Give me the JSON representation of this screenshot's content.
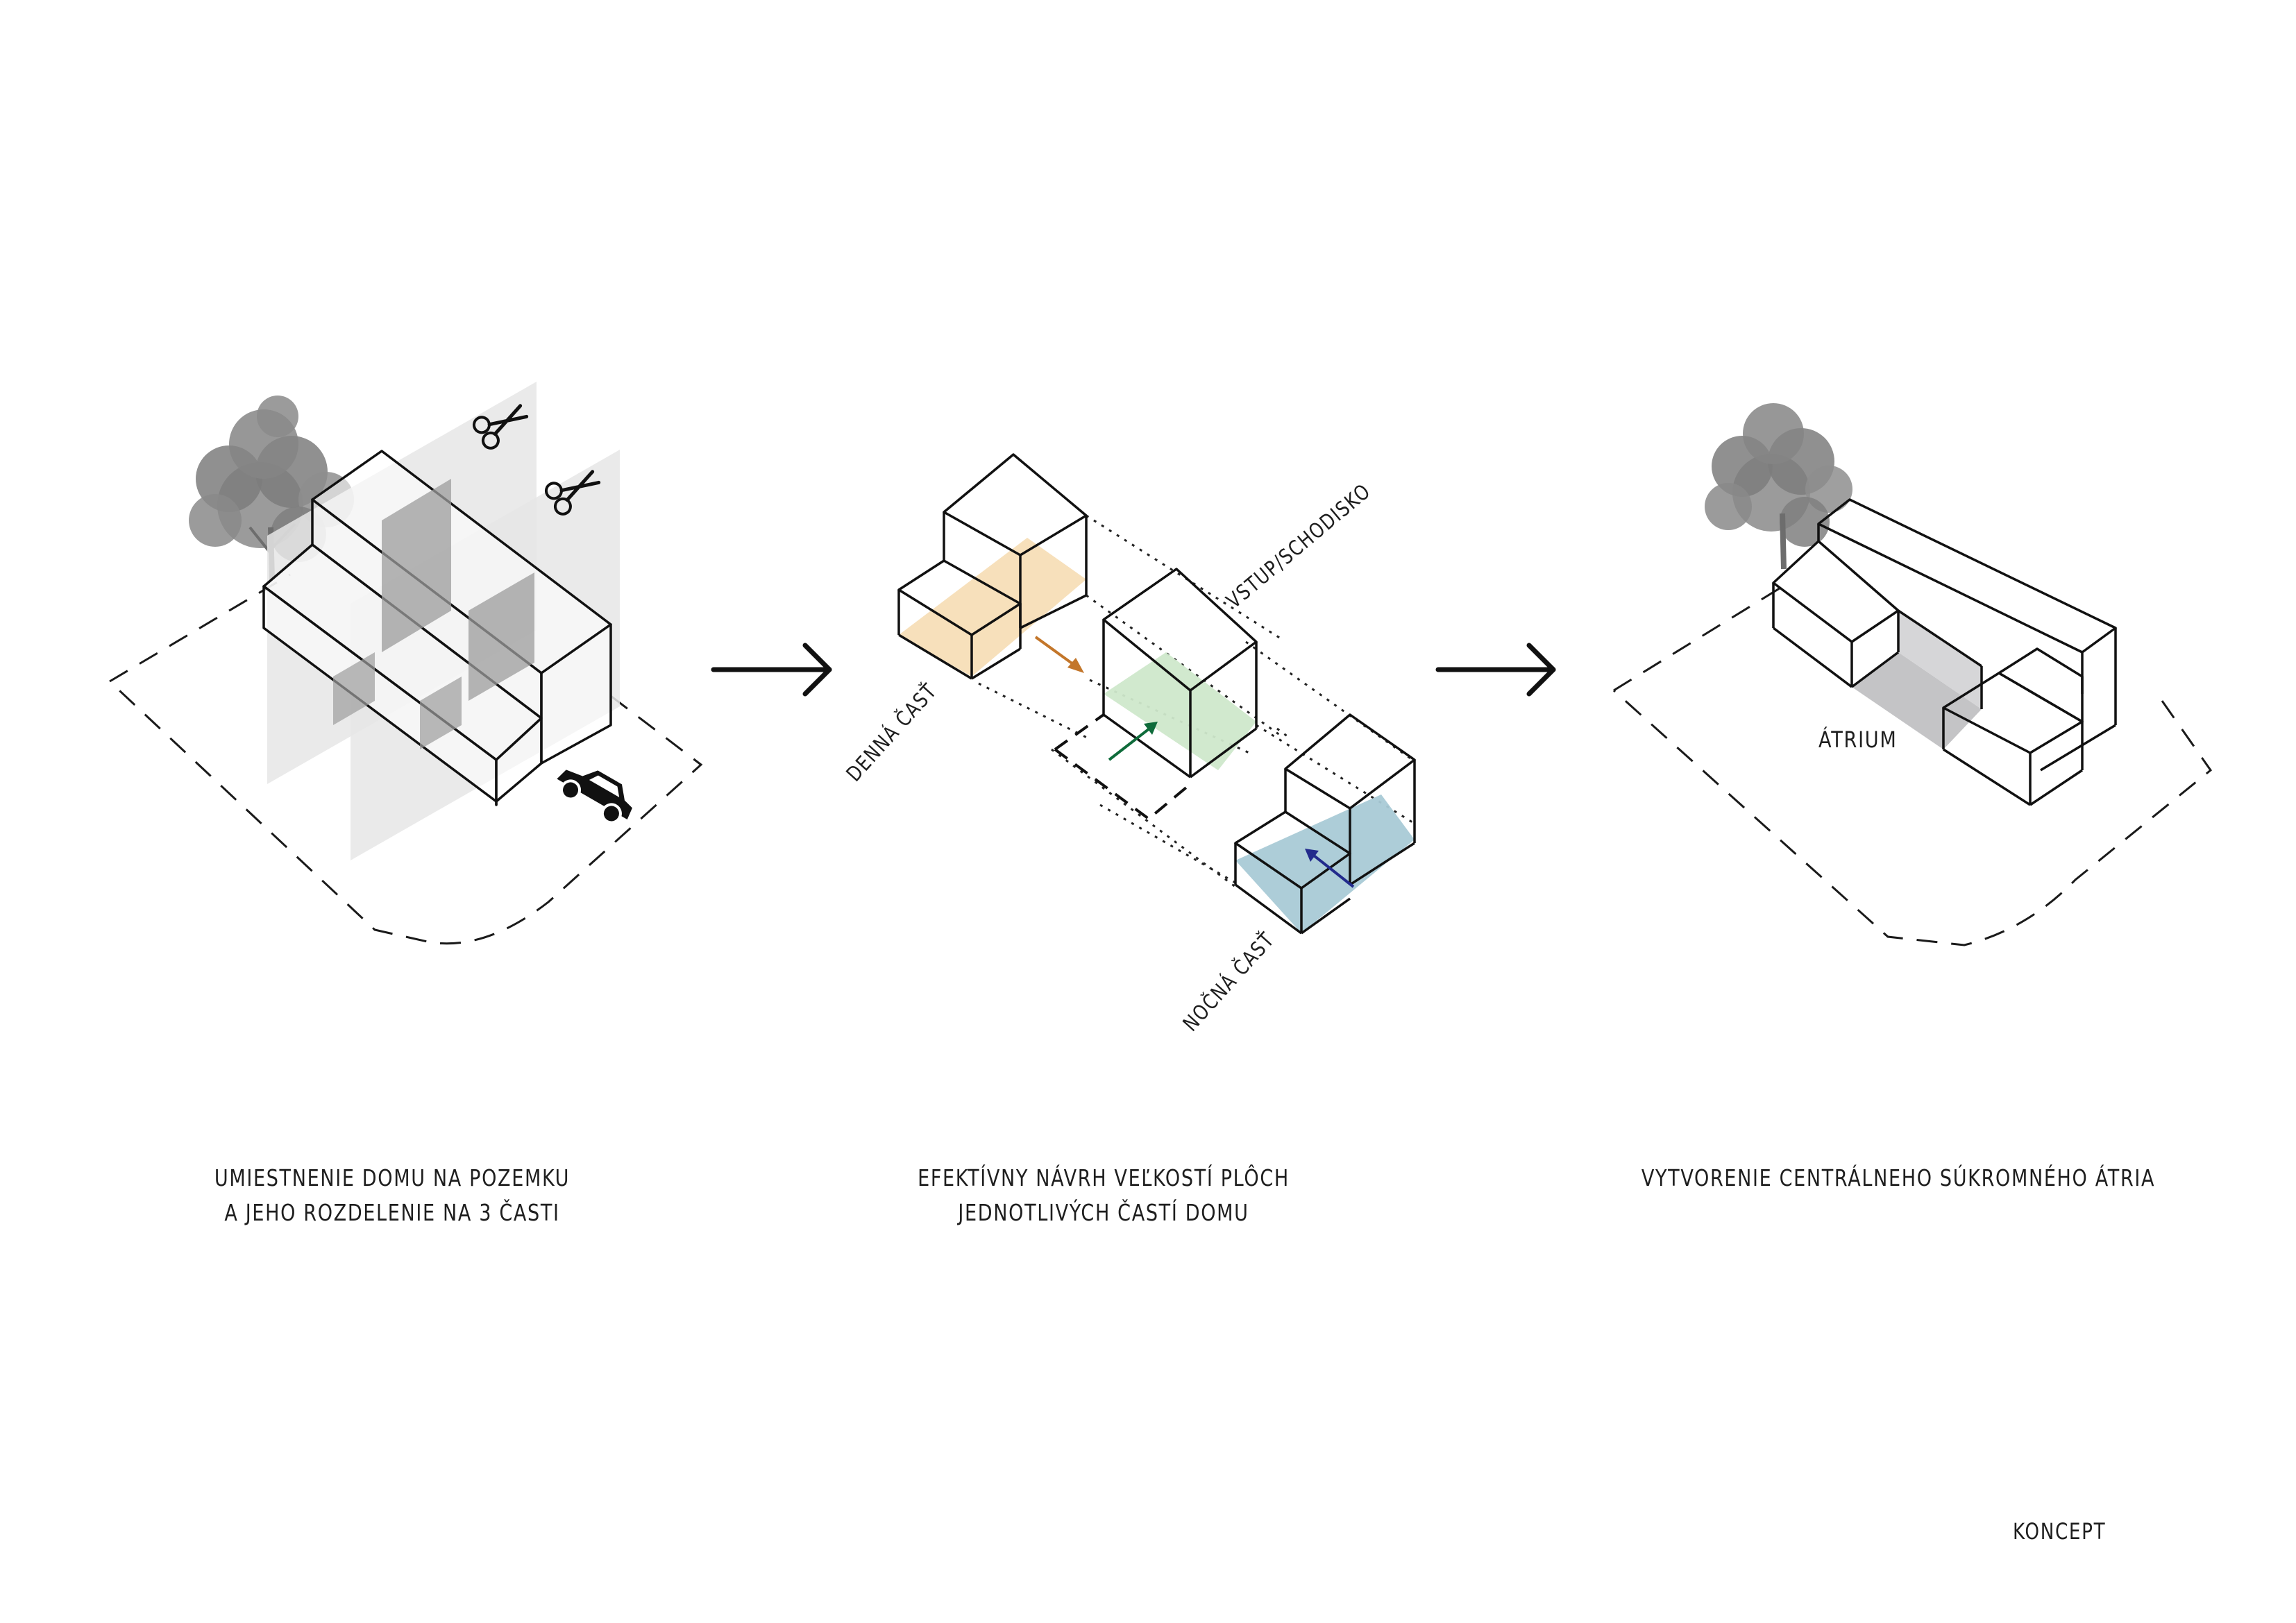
{
  "panels": [
    {
      "caption_line1": "UMIESTNENIE DOMU NA POZEMKU",
      "caption_line2": "A JEHO ROZDELENIE NA 3 ČASTI",
      "icons": [
        "tree-icon",
        "scissors-icon",
        "scissors-icon",
        "car-icon"
      ]
    },
    {
      "caption_line1": "EFEKTÍVNY NÁVRH VEĽKOSTÍ PLÔCH",
      "caption_line2": "JEDNOTLIVÝCH ČASTÍ DOMU",
      "labels": {
        "day": "DENNÁ ČASŤ",
        "entry": "VSTUP/SCHODISKO",
        "night": "NOČNÁ ČASŤ"
      }
    },
    {
      "caption_line1": "VYTVORENIE CENTRÁLNEHO SÚKROMNÉHO ÁTRIA",
      "label": "ÁTRIUM",
      "icons": [
        "tree-icon"
      ]
    }
  ],
  "arrows": [
    "arrow-right-icon",
    "arrow-right-icon"
  ],
  "sheet_title": "KONCEPT",
  "colors": {
    "line": "#111111",
    "day_zone": "#f6ddb4",
    "day_arrow": "#c3762a",
    "entry_zone": "#cfe8cb",
    "entry_arrow": "#0e6b3a",
    "night_zone": "#a9cad6",
    "night_arrow": "#222a8c",
    "cut_plane": "#e6e6e6",
    "shadow": "#a9a9aa",
    "atrium_floor": "#c4c4c6",
    "tree": "#7c7c7c"
  }
}
